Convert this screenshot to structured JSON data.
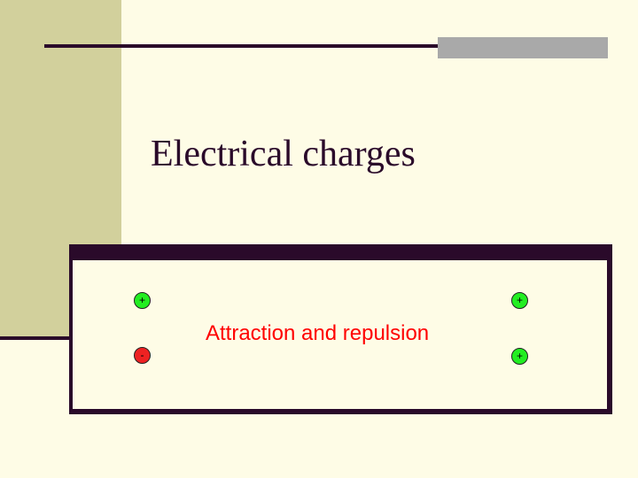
{
  "slide": {
    "title": "Electrical charges",
    "caption": "Attraction and repulsion"
  },
  "charges": [
    {
      "sign": "+",
      "type": "positive",
      "color": "#22ee22"
    },
    {
      "sign": "-",
      "type": "negative",
      "color": "#ee2222"
    },
    {
      "sign": "+",
      "type": "positive",
      "color": "#22ee22"
    },
    {
      "sign": "+",
      "type": "positive",
      "color": "#22ee22"
    }
  ],
  "colors": {
    "background": "#fefce6",
    "side_band": "#d2d09c",
    "accent_dark": "#2a0a2a",
    "gray_bar": "#a9a9a9",
    "caption_text": "#ff0000"
  }
}
